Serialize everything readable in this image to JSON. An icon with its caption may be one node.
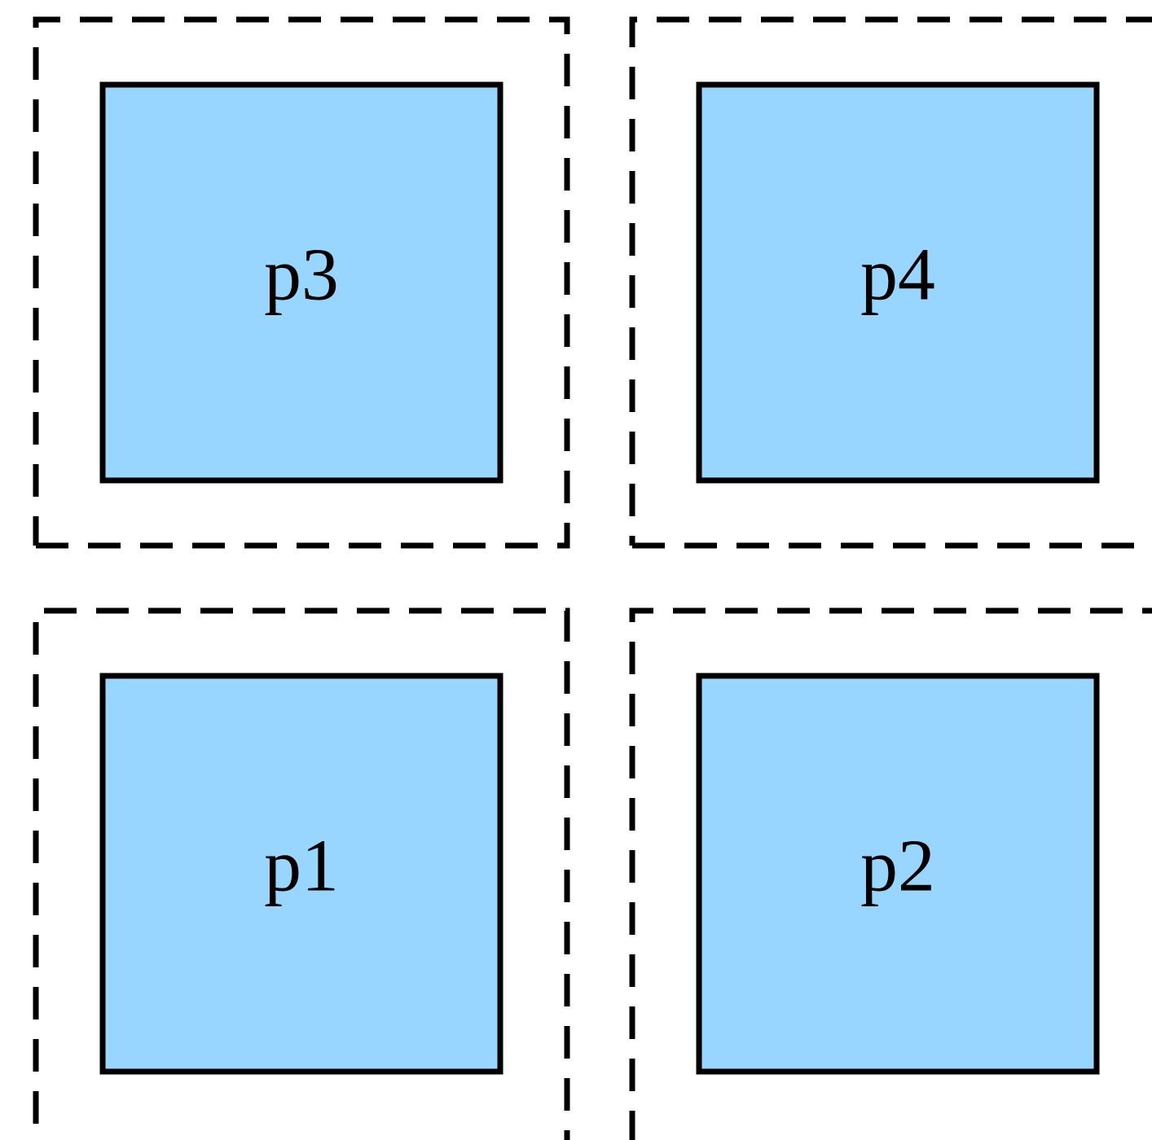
{
  "diagram": {
    "nodes": [
      {
        "text": [],
        "shape": "box"
      },
      {
        "text": [
          "p3"
        ],
        "in": 0
      },
      {
        "text": [],
        "shape": "box"
      },
      {
        "text": [
          "p4"
        ],
        "in": 2
      },
      {
        "text": [],
        "shape": "box"
      },
      {
        "text": [
          "p1"
        ],
        "in": 4
      },
      {
        "text": [],
        "shape": "box"
      },
      {
        "text": [
          "p2"
        ],
        "in": 6
      }
    ]
  }
}
